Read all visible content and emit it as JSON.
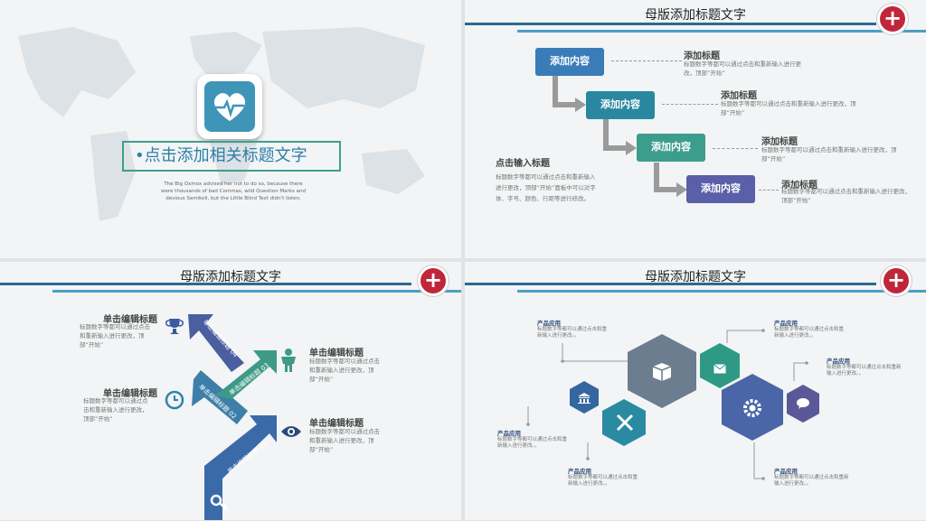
{
  "title_slide": {
    "heading": "•点击添加相关标题文字",
    "body_text": "The Big Oxmox  advised her not to do so, because there were thousands of bad Commas, wild Question Marks and devious Semikoli,  but the Little Blind Text didn't listen."
  },
  "panel2": {
    "title": "母版添加标题文字",
    "plus_glyph": "+",
    "steps": [
      {
        "box": "添加内容",
        "label": "添加标题",
        "desc": "标题数字等都可以通过点击和重新输入进行更改，顶部“开始”",
        "color": "#3a7cb8"
      },
      {
        "box": "添加内容",
        "label": "添加标题",
        "desc": "标题数字等都可以通过点击和重新输入进行更改，顶部“开始”",
        "color": "#2a87a0"
      },
      {
        "box": "添加内容",
        "label": "添加标题",
        "desc": "标题数字等都可以通过点击和重新输入进行更改，顶部“开始”",
        "color": "#3c9d8c"
      },
      {
        "box": "添加内容",
        "label": "添加标题",
        "desc": "标题数字等都可以通过点击和重新输入进行更改，顶部“开始”",
        "color": "#5a5fa8"
      }
    ],
    "side_label": "点击输入标题",
    "side_desc": "标题数字等都可以通过点击和重新输入进行更改，顶部“开始”面板中可以对字体、字号、颜色、行距等进行修改。"
  },
  "panel3": {
    "title": "母版添加标题文字",
    "plus_glyph": "+",
    "arrows": [
      "单击编辑标题 01",
      "单击编辑标题 02",
      "单击编辑标题 03",
      "单击编辑标题 04"
    ],
    "items": [
      {
        "label": "单击编辑标题",
        "desc": "标题数字等都可以通过点击和重新输入进行更改，顶部“开始”"
      },
      {
        "label": "单击编辑标题",
        "desc": "标题数字等都可以通过点击和重新输入进行更改，顶部“开始”"
      },
      {
        "label": "单击编辑标题",
        "desc": "标题数字等都可以通过点击和重新输入进行更改，顶部“开始”"
      },
      {
        "label": "单击编辑标题",
        "desc": "标题数字等都可以通过点击和重新输入进行更改，顶部“开始”"
      }
    ]
  },
  "panel4": {
    "title": "母版添加标题文字",
    "plus_glyph": "+",
    "items": [
      {
        "label": "产品应用",
        "desc": "标题数字等都可以通过点击和重新输入进行更改。。"
      },
      {
        "label": "产品应用",
        "desc": "标题数字等都可以通过点击和重新输入进行更改。。"
      },
      {
        "label": "产品应用",
        "desc": "标题数字等都可以通过点击和重新输入进行更改。。"
      },
      {
        "label": "产品应用",
        "desc": "标题数字等都可以通过点击和重新输入进行更改。。"
      },
      {
        "label": "产品应用",
        "desc": "标题数字等都可以通过点击和重新输入进行更改。。"
      },
      {
        "label": "产品应用",
        "desc": "标题数字等都可以通过点击和重新输入进行更改。。"
      }
    ]
  }
}
